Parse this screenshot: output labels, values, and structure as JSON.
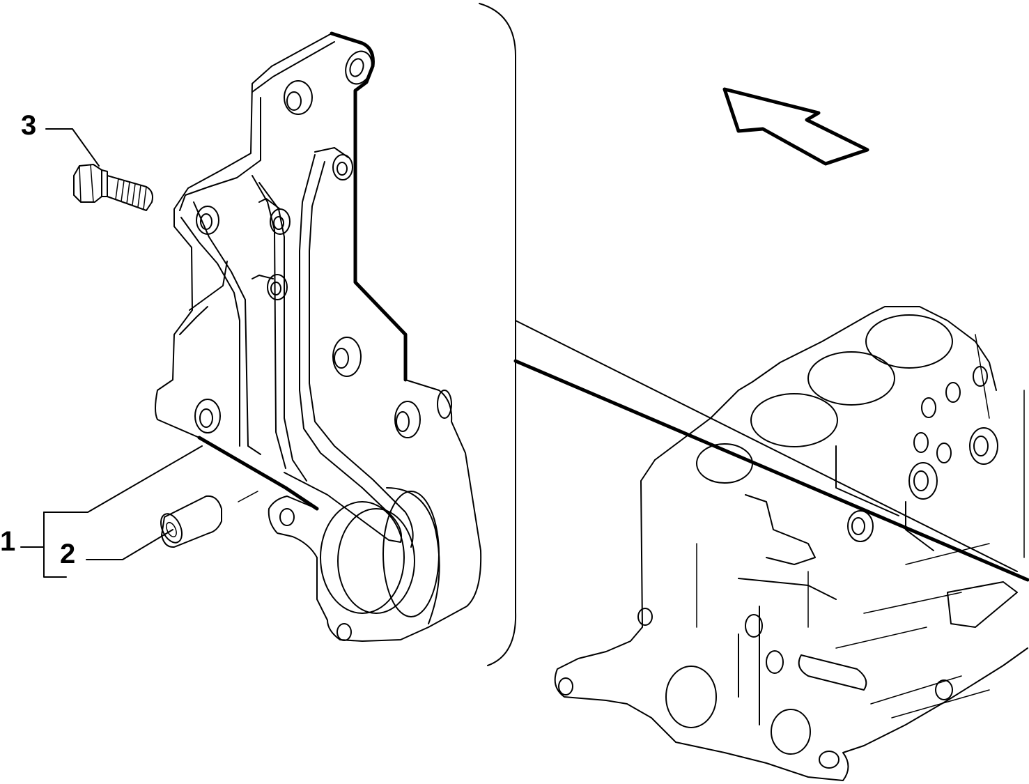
{
  "callouts": [
    {
      "id": "1",
      "label": "1"
    },
    {
      "id": "2",
      "label": "2"
    },
    {
      "id": "3",
      "label": "3"
    }
  ],
  "parts": [
    {
      "callout": "1",
      "icon": "engine-cover-plate-icon"
    },
    {
      "callout": "2",
      "icon": "bushing-sleeve-icon"
    },
    {
      "callout": "3",
      "icon": "flange-bolt-icon"
    }
  ],
  "view": {
    "icon": "view-direction-arrow-icon",
    "context_icon": "engine-block-icon"
  },
  "colors": {
    "line": "#000000",
    "background": "#ffffff"
  }
}
